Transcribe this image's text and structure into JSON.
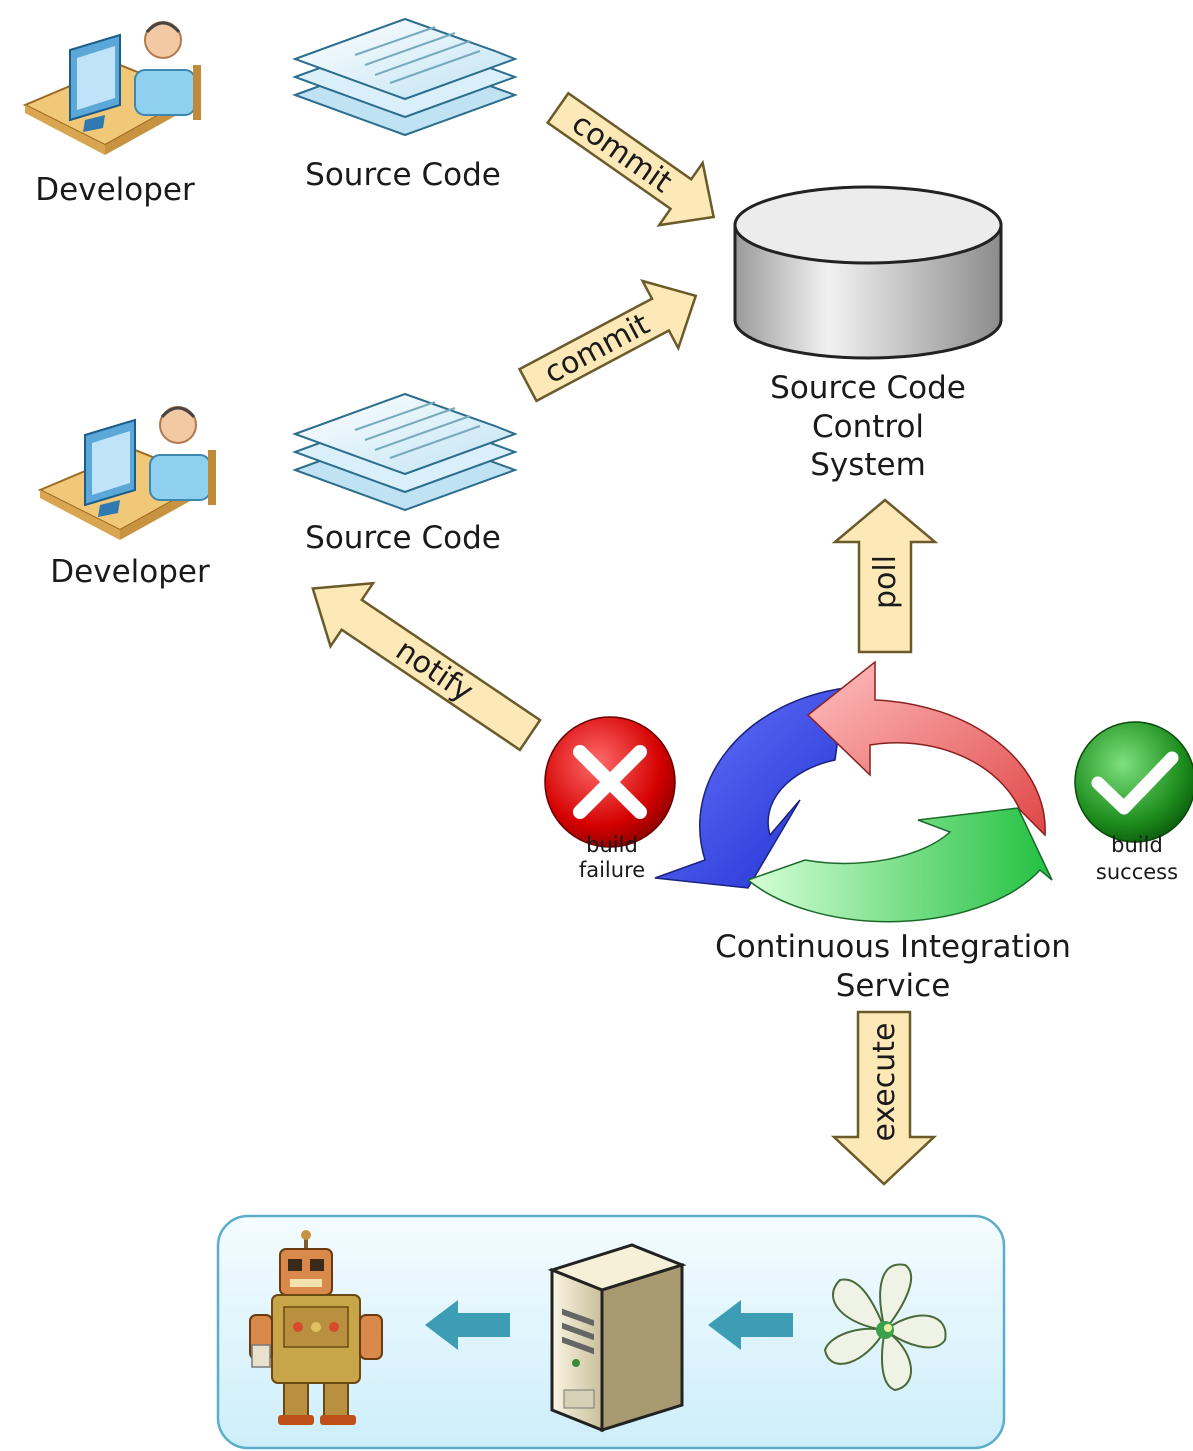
{
  "developers": [
    {
      "label": "Developer"
    },
    {
      "label": "Developer"
    }
  ],
  "source_code": [
    {
      "label": "Source Code"
    },
    {
      "label": "Source Code"
    }
  ],
  "scm": {
    "lines": [
      "Source Code",
      "Control",
      "System"
    ]
  },
  "ci": {
    "lines": [
      "Continuous Integration",
      "Service"
    ]
  },
  "arrows": {
    "commit_top": "commit",
    "commit_bottom": "commit",
    "poll": "poll",
    "notify": "notify",
    "execute": "execute"
  },
  "status": {
    "failure": [
      "build",
      "failure"
    ],
    "success": [
      "build",
      "success"
    ]
  },
  "colors": {
    "arrow_fill": "#fde9b8",
    "arrow_stroke": "#6b5a2a",
    "panel_fill": "#dff3fb",
    "panel_stroke": "#5aaecb",
    "failure": "#d40000",
    "success": "#1e8f1e",
    "cycle_blue": "#3344dd",
    "cycle_red": "#e05555",
    "cycle_green": "#2fbf4f",
    "flow_arrow": "#3d9db5"
  }
}
